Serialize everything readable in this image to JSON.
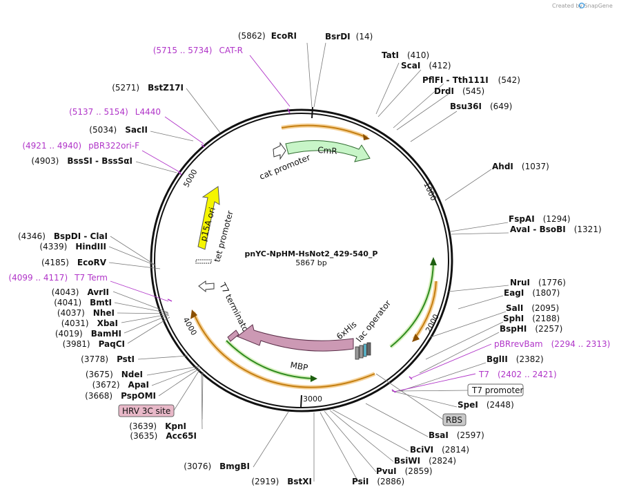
{
  "credit": "Created by SnapGene",
  "plasmid": {
    "name": "pnYC-NpHM-HsNot2_429-540_P",
    "size": "5867 bp"
  },
  "ticks": [
    "1000",
    "2000",
    "3000",
    "4000",
    "5000"
  ],
  "colors": {
    "primer": "#b034c8",
    "orange": "#f0a030",
    "green": "#5cb82a",
    "cmr": "#c8f5c8",
    "mbp": "#cc99b4",
    "p15a": "#f5f500"
  },
  "sites": [
    {
      "name": "EcoRI",
      "pos": "(5862)",
      "left": true
    },
    {
      "name": "BsrDI",
      "pos": "(14)"
    },
    {
      "name": "TatI",
      "pos": "(410)"
    },
    {
      "name": "ScaI",
      "pos": "(412)"
    },
    {
      "name": "PflFI  -  Tth111I",
      "pos": "(542)"
    },
    {
      "name": "DrdI",
      "pos": "(545)"
    },
    {
      "name": "Bsu36I",
      "pos": "(649)"
    },
    {
      "name": "AhdI",
      "pos": "(1037)"
    },
    {
      "name": "FspAI",
      "pos": "(1294)"
    },
    {
      "name": "AvaI  -  BsoBI",
      "pos": "(1321)"
    },
    {
      "name": "NruI",
      "pos": "(1776)"
    },
    {
      "name": "EagI",
      "pos": "(1807)"
    },
    {
      "name": "SalI",
      "pos": "(2095)"
    },
    {
      "name": "SphI",
      "pos": "(2188)"
    },
    {
      "name": "BspHI",
      "pos": "(2257)"
    },
    {
      "name": "BglII",
      "pos": "(2382)"
    },
    {
      "name": "SpeI",
      "pos": "(2448)"
    },
    {
      "name": "BsaI",
      "pos": "(2597)"
    },
    {
      "name": "BciVI",
      "pos": "(2814)"
    },
    {
      "name": "BsiWI",
      "pos": "(2824)"
    },
    {
      "name": "PvuI",
      "pos": "(2859)"
    },
    {
      "name": "PsiI",
      "pos": "(2886)"
    },
    {
      "name": "BstXI",
      "pos": "(2919)",
      "left": true
    },
    {
      "name": "BmgBI",
      "pos": "(3076)",
      "left": true
    },
    {
      "name": "Acc65I",
      "pos": "(3635)",
      "left": true
    },
    {
      "name": "KpnI",
      "pos": "(3639)",
      "left": true
    },
    {
      "name": "PspOMI",
      "pos": "(3668)",
      "left": true
    },
    {
      "name": "ApaI",
      "pos": "(3672)",
      "left": true
    },
    {
      "name": "NdeI",
      "pos": "(3675)",
      "left": true
    },
    {
      "name": "PstI",
      "pos": "(3778)",
      "left": true
    },
    {
      "name": "PaqCI",
      "pos": "(3981)",
      "left": true
    },
    {
      "name": "BamHI",
      "pos": "(4019)",
      "left": true
    },
    {
      "name": "XbaI",
      "pos": "(4031)",
      "left": true
    },
    {
      "name": "NheI",
      "pos": "(4037)",
      "left": true
    },
    {
      "name": "BmtI",
      "pos": "(4041)",
      "left": true
    },
    {
      "name": "AvrII",
      "pos": "(4043)",
      "left": true
    },
    {
      "name": "EcoRV",
      "pos": "(4185)",
      "left": true
    },
    {
      "name": "HindIII",
      "pos": "(4339)",
      "left": true
    },
    {
      "name": "BspDI  -  ClaI",
      "pos": "(4346)",
      "left": true
    },
    {
      "name": "BssSI  -  BssSαI",
      "pos": "(4903)",
      "left": true
    },
    {
      "name": "SacII",
      "pos": "(5034)",
      "left": true
    },
    {
      "name": "BstZ17I",
      "pos": "(5271)",
      "left": true
    }
  ],
  "primers": [
    {
      "name": "CAT-R",
      "range": "(5715 .. 5734)"
    },
    {
      "name": "L4440",
      "range": "(5137 .. 5154)"
    },
    {
      "name": "pBR322ori-F",
      "range": "(4921 .. 4940)"
    },
    {
      "name": "T7 Term",
      "range": "(4099 .. 4117)"
    },
    {
      "name": "pBRrevBam",
      "range": "(2294 .. 2313)"
    },
    {
      "name": "T7",
      "range": "(2402 .. 2421)"
    }
  ],
  "boxes": {
    "t7_promoter": "T7 promoter",
    "rbs": "RBS",
    "hrv": "HRV 3C site"
  },
  "features": {
    "cmr": "CmR",
    "cat_promoter": "cat promoter",
    "p15a": "p15A ori",
    "tet_promoter": "tet promoter",
    "t7_terminator": "T7 terminator",
    "mbp": "MBP",
    "his": "6xHis",
    "lac": "lac operator"
  }
}
